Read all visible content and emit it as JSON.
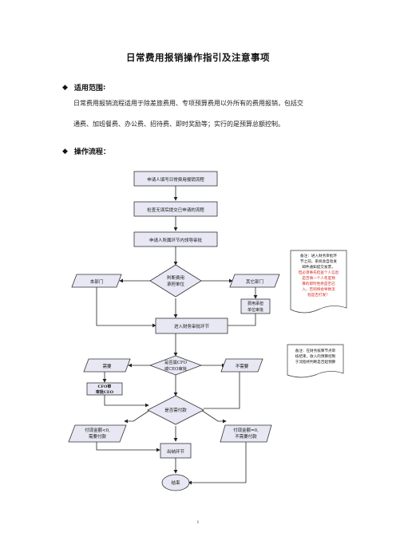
{
  "document": {
    "title": "日常费用报销操作指引及注意事项",
    "scope_heading": "适用范围",
    "scope_colon": ":",
    "scope_line1": "日常费用报销流程适用于除差旅费用、专项预算费用以外所有的费用报销，包括交",
    "scope_line2": "通费、加班餐费、办公费、招待费、即时奖励等；实行的是预算总额控制。",
    "process_heading": "操作流程：",
    "page_number": "1",
    "bullet_icon": "diamond-bullet-icon"
  },
  "flowchart": {
    "step1": "申请人填写日常费用报销流程",
    "step2": "检查无误后提交已申请的流程",
    "step3": "申请人所属环节内领导审批",
    "decision1_line1": "判断费用",
    "decision1_line2": "承担单位",
    "left_branch": "本部门",
    "right_branch": "其它部门",
    "other_dept_line1": "费用承担",
    "other_dept_line2": "单位审批",
    "finance": "进入财务审批环节",
    "decision2_line1": "是否需CFO",
    "decision2_line2": "或CEO审批",
    "need": "需要",
    "no_need": "不需要",
    "cfo_line1": "CFO审",
    "cfo_line2": "审批CEO",
    "decision3": "是否需付款",
    "pay_left_line1": "付现金额<0,",
    "pay_left_line2": "需要付款",
    "pay_right_line1": "付现金额=0,",
    "pay_right_line2": "不需要付款",
    "cashier": "出纳环节",
    "end": "结束",
    "note1_black": [
      "备注：进入财务审批环",
      "节之前，系统会自动发",
      "邮件通知提交发票，"
    ],
    "note1_red": [
      "但必须事先检查个人信息",
      "是否填一个人年度预",
      "算的即时性绝是否已",
      "入，否则将会导致流",
      "程是否打发？"
    ],
    "note2": [
      "备注：在财务核算节点审",
      "核结束，收入的预算控制",
      "于流程终判断是否超预算"
    ]
  },
  "colors": {
    "box_fill": "#e8e8f4",
    "box_stroke": "#333333",
    "note_red": "#d4271e",
    "line": "#222222"
  }
}
